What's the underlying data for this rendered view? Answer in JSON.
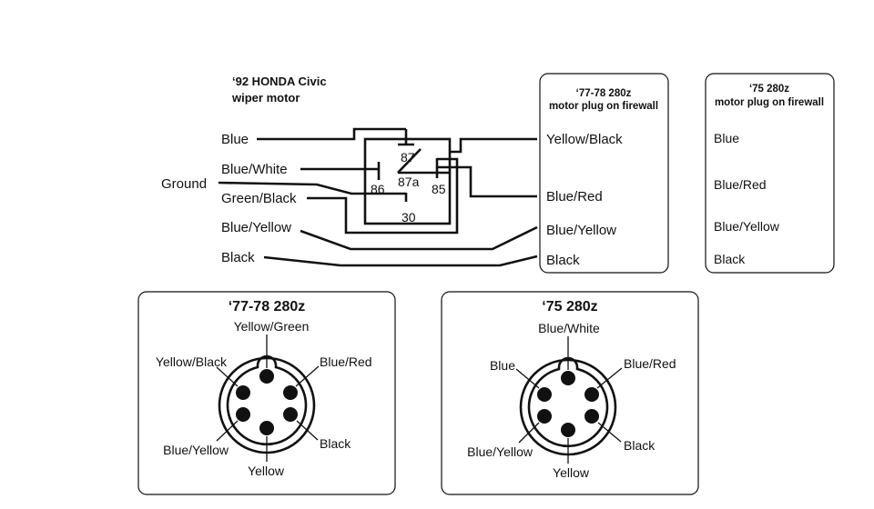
{
  "honda": {
    "title_line1": "‘92 HONDA Civic",
    "title_line2": "wiper motor",
    "wires": [
      "Blue",
      "Blue/White",
      "Ground",
      "Green/Black",
      "Blue/Yellow",
      "Black"
    ]
  },
  "relay": {
    "terminals": [
      "87",
      "87a",
      "86",
      "85",
      "30"
    ]
  },
  "plug_7778": {
    "title_line1": "‘77-78 280z",
    "title_line2": "motor plug on firewall",
    "wires": [
      "Yellow/Black",
      "Blue/Red",
      "Blue/Yellow",
      "Black"
    ]
  },
  "plug_75": {
    "title_line1": "‘75 280z",
    "title_line2": "motor plug on firewall",
    "wires": [
      "Blue",
      "Blue/Red",
      "Blue/Yellow",
      "Black"
    ]
  },
  "connector_7778": {
    "title": "‘77-78 280z",
    "pins": [
      "Yellow/Green",
      "Blue/Red",
      "Black",
      "Yellow",
      "Blue/Yellow",
      "Yellow/Black"
    ]
  },
  "connector_75": {
    "title": "‘75 280z",
    "pins": [
      "Blue/White",
      "Blue/Red",
      "Black",
      "Yellow",
      "Blue/Yellow",
      "Blue"
    ]
  }
}
